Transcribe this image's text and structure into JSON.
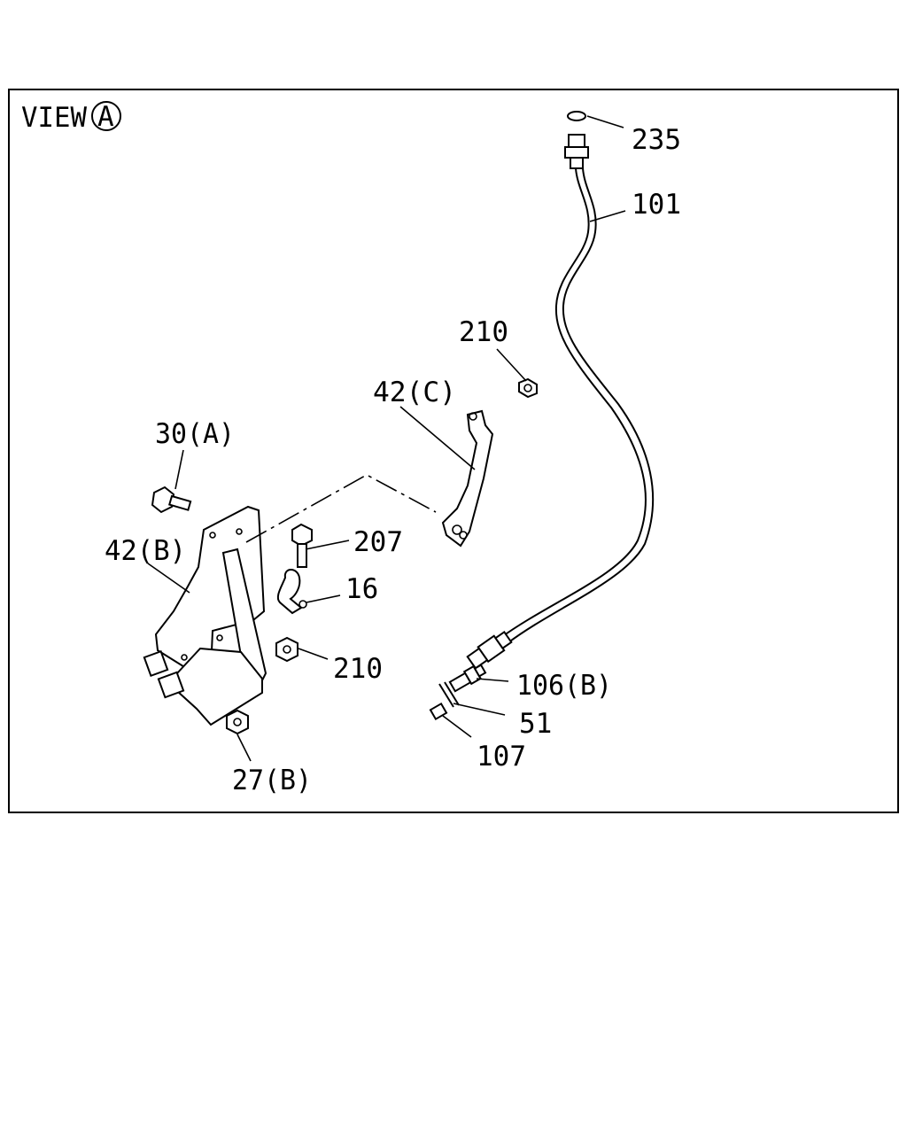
{
  "view": {
    "prefix": "VIEW",
    "letter": "A"
  },
  "callouts": {
    "c235": "235",
    "c101": "101",
    "c210_top": "210",
    "c42c": "42(C)",
    "c30a": "30(A)",
    "c207": "207",
    "c42b": "42(B)",
    "c16": "16",
    "c210_mid": "210",
    "c106b": "106(B)",
    "c51": "51",
    "c107": "107",
    "c27b": "27(B)"
  }
}
